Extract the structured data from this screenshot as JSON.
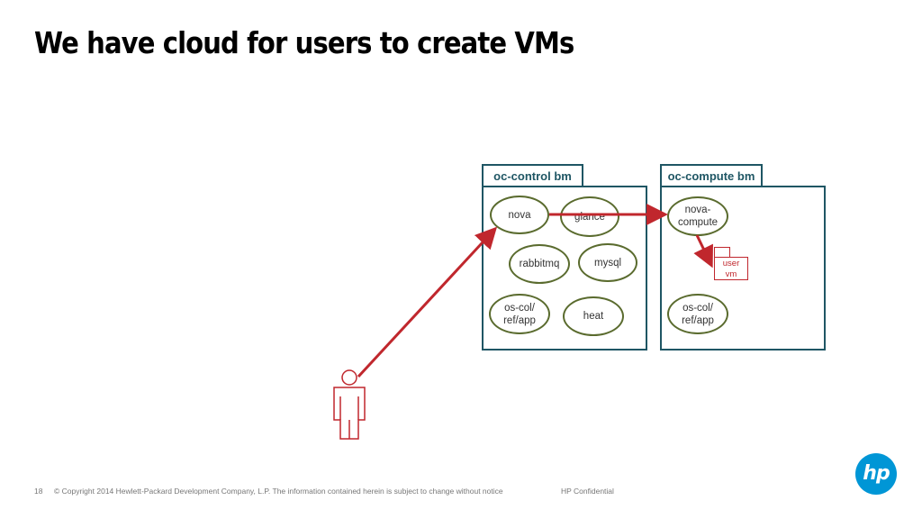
{
  "title": "We have cloud for users to create VMs",
  "control_host": {
    "label": "oc-control bm",
    "services": {
      "nova": "nova",
      "glance": "glance",
      "rabbitmq": "rabbitmq",
      "mysql": "mysql",
      "os_col": "os-col/\nref/app",
      "heat": "heat"
    }
  },
  "compute_host": {
    "label": "oc-compute bm",
    "services": {
      "nova_compute": "nova-\ncompute",
      "os_col": "os-col/\nref/app"
    },
    "user_vm": "user\nvm"
  },
  "footer": {
    "page_number": "18",
    "copyright": "© Copyright 2014 Hewlett-Packard Development Company, L.P.  The information contained herein is subject to change without notice",
    "classification": "HP Confidential"
  },
  "logo": "hp",
  "icons": {
    "user": "person-icon"
  },
  "colors": {
    "host_border": "#1f5664",
    "service_border": "#5a6b2e",
    "arrow": "#c0272d",
    "logo": "#0096d6"
  }
}
